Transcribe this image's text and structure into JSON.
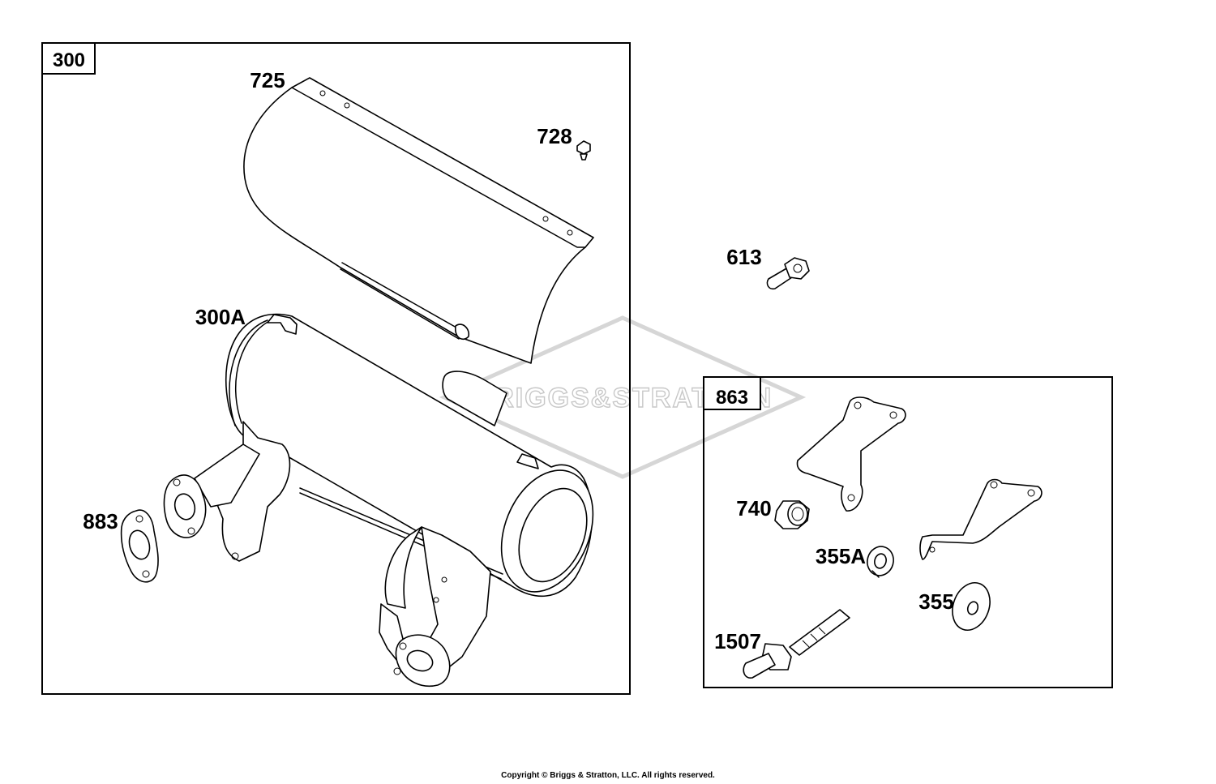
{
  "groups": [
    {
      "id": "300",
      "label": "300"
    },
    {
      "id": "863",
      "label": "863"
    }
  ],
  "callouts": [
    {
      "id": "725",
      "label": "725",
      "part": "heat shield"
    },
    {
      "id": "728",
      "label": "728",
      "part": "screw"
    },
    {
      "id": "300A",
      "label": "300A",
      "part": "muffler"
    },
    {
      "id": "883",
      "label": "883",
      "part": "exhaust gasket"
    },
    {
      "id": "613",
      "label": "613",
      "part": "screw"
    },
    {
      "id": "740",
      "label": "740",
      "part": "nut"
    },
    {
      "id": "355A",
      "label": "355A",
      "part": "lock washer"
    },
    {
      "id": "355",
      "label": "355",
      "part": "washer"
    },
    {
      "id": "1507",
      "label": "1507",
      "part": "stud"
    }
  ],
  "watermark": "BRIGGS&STRATTON",
  "copyright": "Copyright © Briggs & Stratton, LLC. All rights reserved."
}
